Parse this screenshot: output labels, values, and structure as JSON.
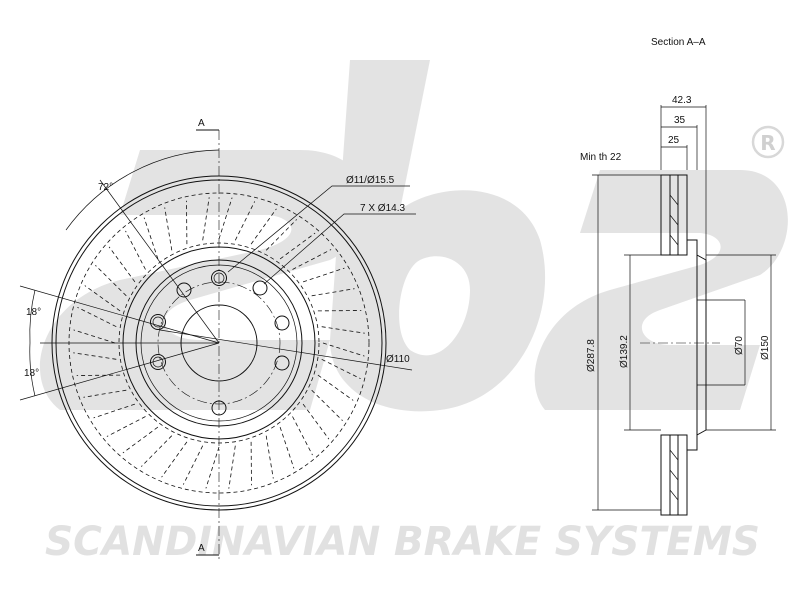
{
  "watermark": {
    "logo_text": "sbs",
    "registered_mark": "®",
    "company": "SCANDINAVIAN BRAKE SYSTEMS"
  },
  "front_view": {
    "section_marker_top": "A",
    "section_marker_bottom": "A",
    "angle_bolt": "72°",
    "angle_upper": "18°",
    "angle_lower": "18°",
    "callout_holes_large": "Ø11/Ø15.5",
    "callout_holes_small": "7 X Ø14.3",
    "dia_pcd": "Ø110"
  },
  "section_view": {
    "title": "Section A–A",
    "min_thickness": "Min th 22",
    "dim_overall_width": "42.3",
    "dim_hat_height": "35",
    "dim_disc_thickness": "25",
    "dia_outer": "Ø287.8",
    "dia_hub": "Ø139.2",
    "dia_center_bore": "Ø70",
    "dia_hat": "Ø150"
  }
}
